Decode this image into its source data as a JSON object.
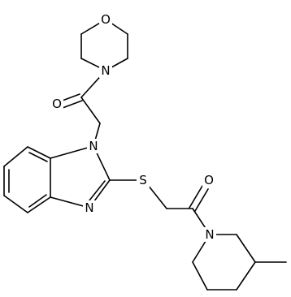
{
  "atoms": {
    "o_morpholine": "O",
    "n_morpholine": "N",
    "o_carbonyl_1": "O",
    "n1_benzimidazole": "N",
    "n3_benzimidazole": "N",
    "s_thioether": "S",
    "o_carbonyl_2": "O",
    "n_piperidine": "N"
  },
  "colors": {
    "bond": "#000000",
    "label": "#000000",
    "background": "#ffffff"
  }
}
